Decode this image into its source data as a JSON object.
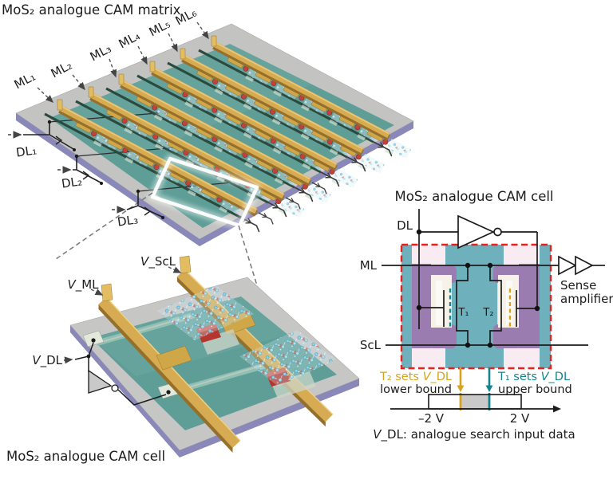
{
  "matrix": {
    "title": "MoS₂ analogue CAM matrix",
    "ml": [
      "ML₁",
      "ML₂",
      "ML₃",
      "ML₄",
      "ML₅",
      "ML₆"
    ],
    "dl": [
      "DL₁",
      "DL₂",
      "DL₃"
    ]
  },
  "cell3d": {
    "title": "MoS₂ analogue CAM cell",
    "v_ml": {
      "v": "V",
      "rest": "_ML"
    },
    "v_scl": {
      "v": "V",
      "rest": "_ScL"
    },
    "v_dl": {
      "v": "V",
      "rest": "_DL"
    }
  },
  "circuit": {
    "title": "MoS₂ analogue CAM cell",
    "dl": "DL",
    "ml": "ML",
    "scl": "ScL",
    "t1": "T₁",
    "t2": "T₂",
    "sense_line1": "Sense",
    "sense_line2": "amplifier",
    "t2_note": {
      "prefix": "T₂ sets ",
      "v": "V",
      "suffix": "_DL",
      "line2": "lower bound"
    },
    "t1_note": {
      "prefix": "T₁ sets ",
      "v": "V",
      "suffix": "_DL",
      "line2": "upper bound"
    },
    "axis": {
      "min": "–2 V",
      "max": "2 V"
    },
    "caption": {
      "v": "V",
      "rest": "_DL: analogue search input data"
    },
    "colors": {
      "t1_teal": "#14858f",
      "t2_yellow": "#d7a31c",
      "box_red": "#e8211d",
      "range_fill": "#c9c9c9",
      "gold": "#d7ab51",
      "teal_layer": "#5e9e97"
    }
  }
}
